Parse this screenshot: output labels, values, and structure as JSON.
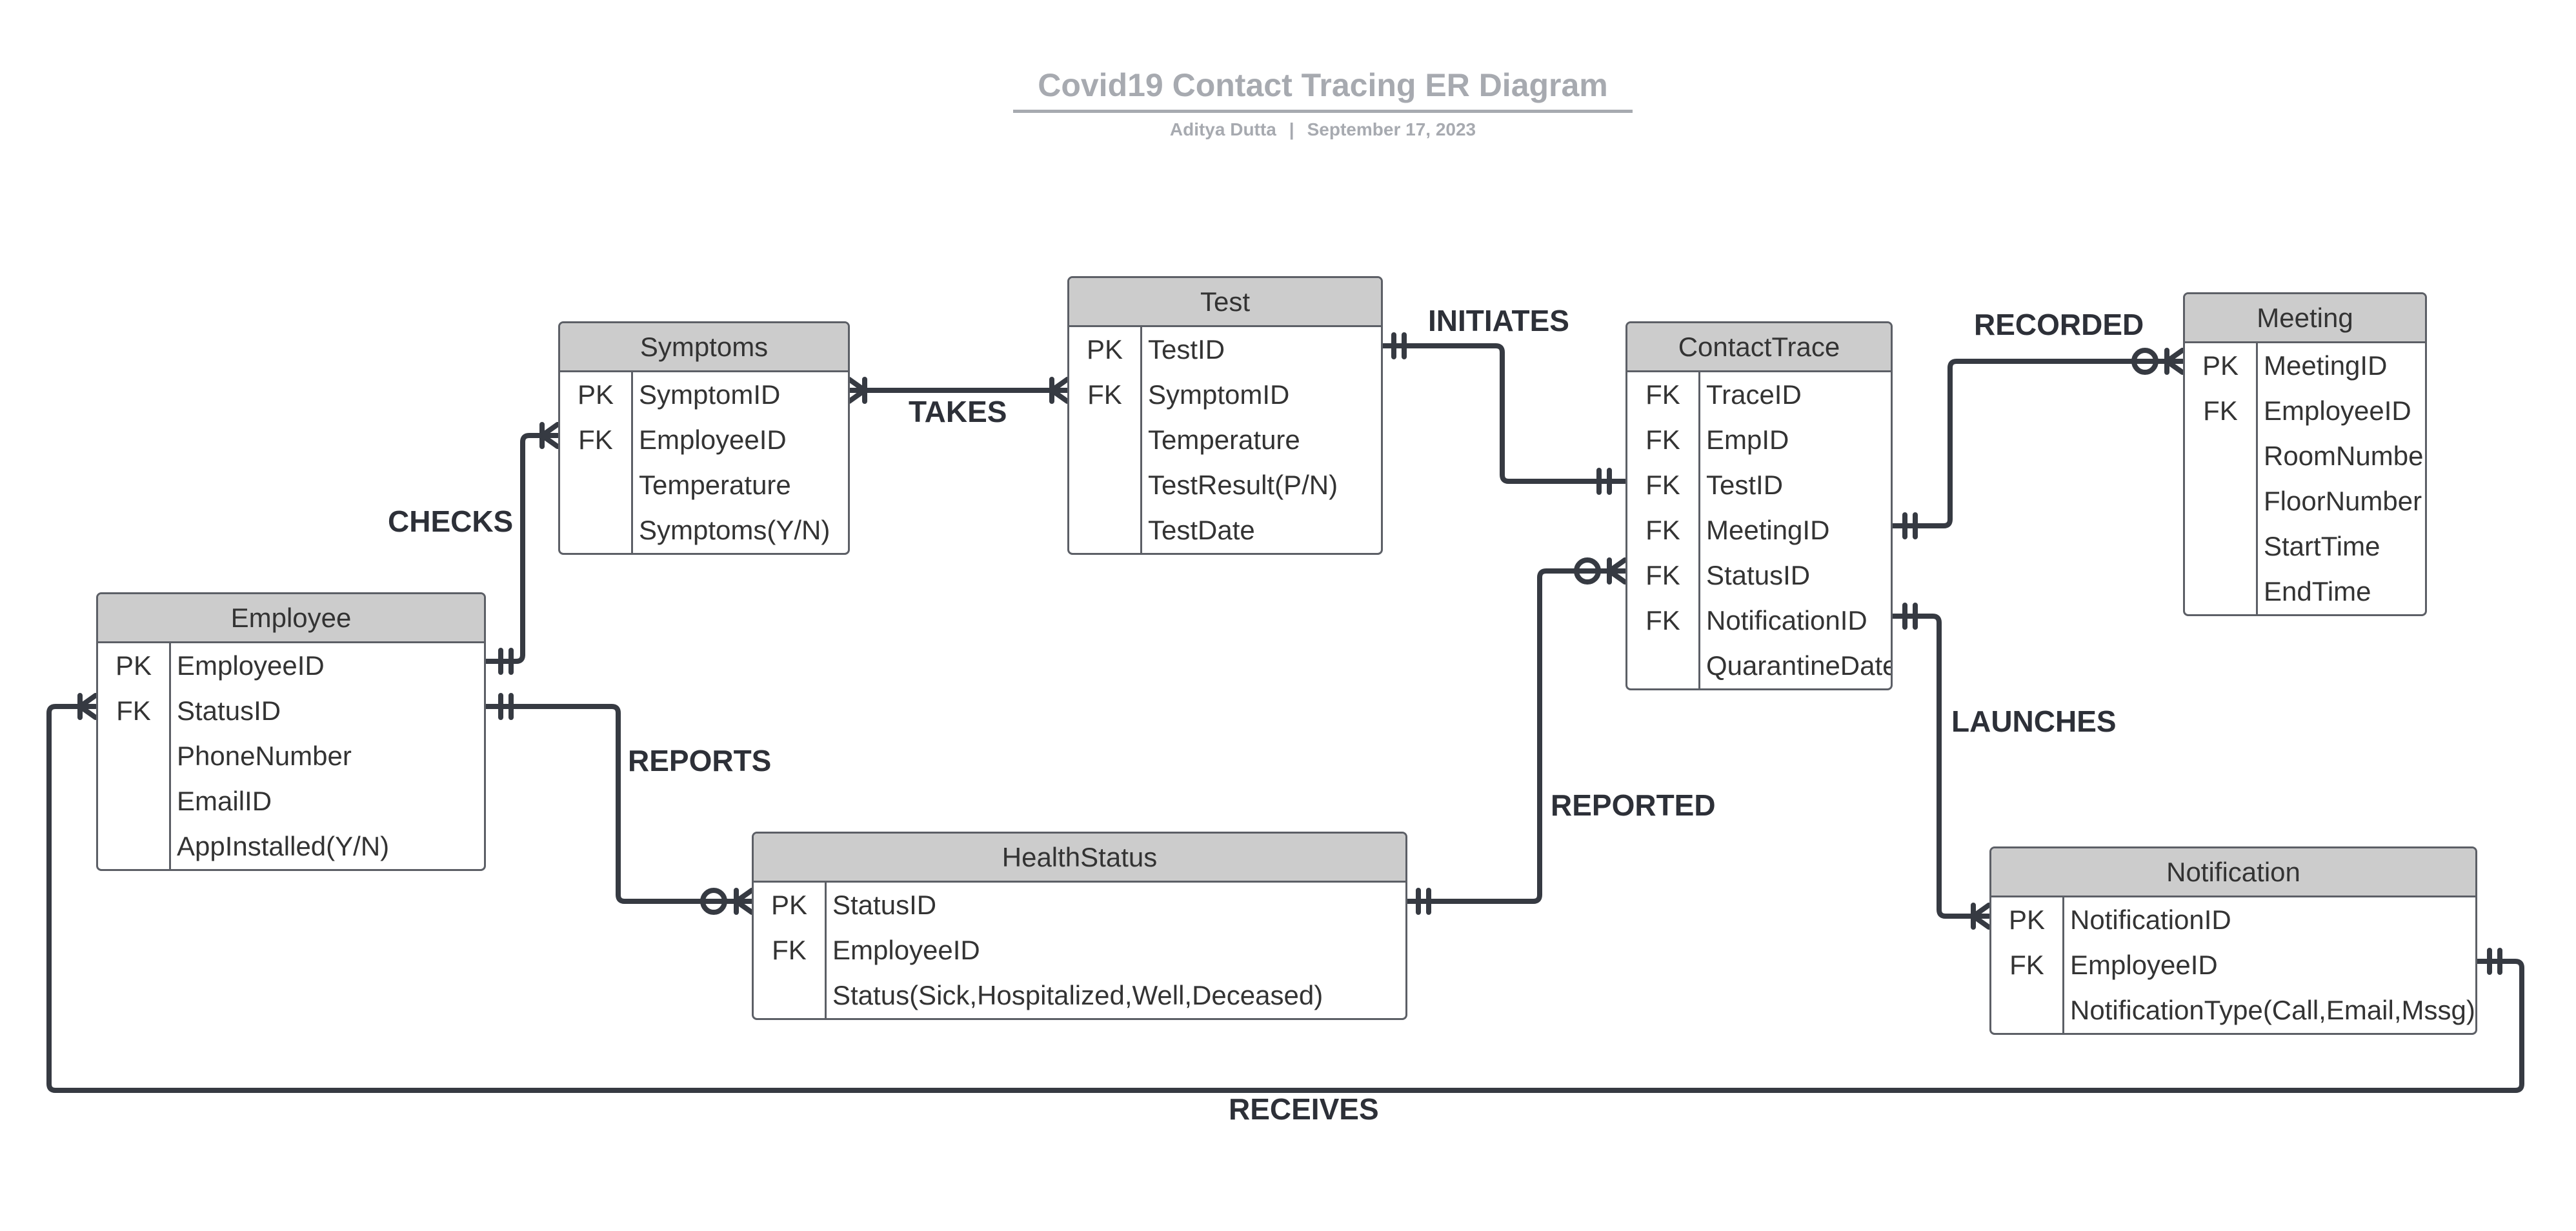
{
  "diagram": {
    "title": "Covid19 Contact Tracing ER Diagram",
    "author": "Aditya Dutta",
    "separator": "|",
    "date": "September 17, 2023"
  },
  "colors": {
    "line": "#363a42",
    "header_fill": "#cccccc",
    "title": "#a7aab0"
  },
  "entities": {
    "employee": {
      "name": "Employee",
      "rows": [
        {
          "key": "PK",
          "attr": "EmployeeID"
        },
        {
          "key": "FK",
          "attr": "StatusID"
        },
        {
          "key": "",
          "attr": "PhoneNumber"
        },
        {
          "key": "",
          "attr": "EmailID"
        },
        {
          "key": "",
          "attr": "AppInstalled(Y/N)"
        }
      ]
    },
    "symptoms": {
      "name": "Symptoms",
      "rows": [
        {
          "key": "PK",
          "attr": "SymptomID"
        },
        {
          "key": "FK",
          "attr": "EmployeeID"
        },
        {
          "key": "",
          "attr": "Temperature"
        },
        {
          "key": "",
          "attr": "Symptoms(Y/N)"
        }
      ]
    },
    "test": {
      "name": "Test",
      "rows": [
        {
          "key": "PK",
          "attr": "TestID"
        },
        {
          "key": "FK",
          "attr": "SymptomID"
        },
        {
          "key": "",
          "attr": "Temperature"
        },
        {
          "key": "",
          "attr": "TestResult(P/N)"
        },
        {
          "key": "",
          "attr": "TestDate"
        }
      ]
    },
    "contacttrace": {
      "name": "ContactTrace",
      "rows": [
        {
          "key": "FK",
          "attr": "TraceID"
        },
        {
          "key": "FK",
          "attr": "EmpID"
        },
        {
          "key": "FK",
          "attr": "TestID"
        },
        {
          "key": "FK",
          "attr": "MeetingID"
        },
        {
          "key": "FK",
          "attr": "StatusID"
        },
        {
          "key": "FK",
          "attr": "NotificationID"
        },
        {
          "key": "",
          "attr": "QuarantineDate"
        }
      ]
    },
    "meeting": {
      "name": "Meeting",
      "rows": [
        {
          "key": "PK",
          "attr": "MeetingID"
        },
        {
          "key": "FK",
          "attr": "EmployeeID"
        },
        {
          "key": "",
          "attr": "RoomNumber"
        },
        {
          "key": "",
          "attr": "FloorNumber"
        },
        {
          "key": "",
          "attr": "StartTime"
        },
        {
          "key": "",
          "attr": "EndTime"
        }
      ]
    },
    "healthstatus": {
      "name": "HealthStatus",
      "rows": [
        {
          "key": "PK",
          "attr": "StatusID"
        },
        {
          "key": "FK",
          "attr": "EmployeeID"
        },
        {
          "key": "",
          "attr": "Status(Sick,Hospitalized,Well,Deceased)"
        }
      ]
    },
    "notification": {
      "name": "Notification",
      "rows": [
        {
          "key": "PK",
          "attr": "NotificationID"
        },
        {
          "key": "FK",
          "attr": "EmployeeID"
        },
        {
          "key": "",
          "attr": "NotificationType(Call,Email,Mssg)"
        }
      ]
    }
  },
  "relationships": {
    "checks": "CHECKS",
    "takes": "TAKES",
    "initiates": "INITIATES",
    "recorded": "RECORDED",
    "reports": "REPORTS",
    "reported": "REPORTED",
    "launches": "LAUNCHES",
    "receives": "RECEIVES"
  }
}
